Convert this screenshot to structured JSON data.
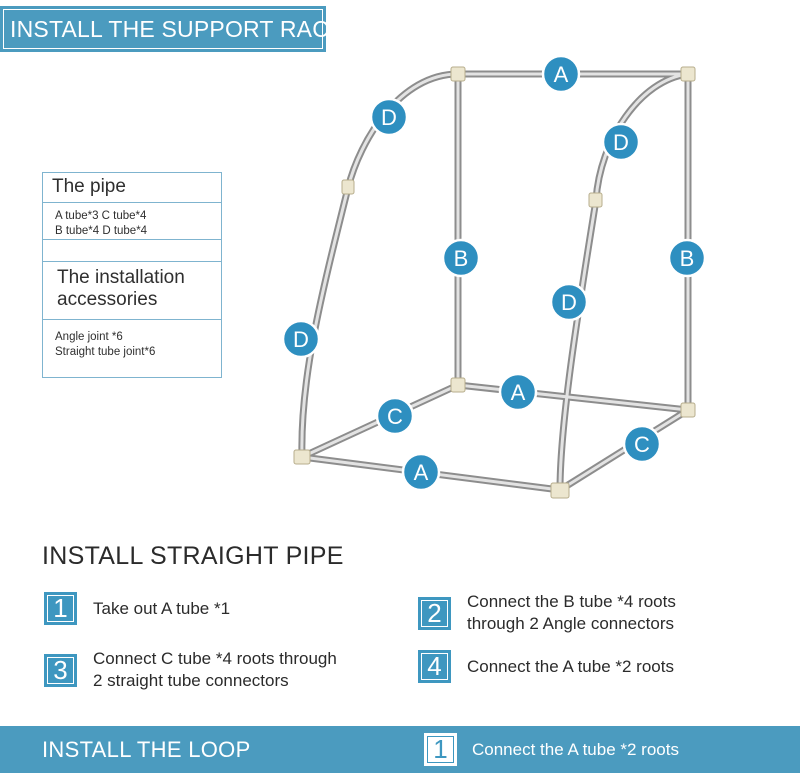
{
  "header": {
    "title": "INSTALL THE SUPPORT RACK"
  },
  "parts_box": {
    "pipe_title": "The pipe",
    "pipe_line1": "A tube*3 C tube*4",
    "pipe_line2": "B tube*4 D tube*4",
    "accessories_title_line1": "The installation",
    "accessories_title_line2": "accessories",
    "acc_line1": "Angle joint *6",
    "acc_line2": "Straight tube joint*6"
  },
  "diagram_labels": {
    "top_a": "A",
    "left_upper_d": "D",
    "right_upper_d": "D",
    "left_b": "B",
    "right_b": "B",
    "left_lower_d": "D",
    "right_lower_d": "D",
    "back_a": "A",
    "left_c": "C",
    "right_c": "C",
    "front_a": "A"
  },
  "straight_pipe": {
    "heading": "INSTALL STRAIGHT PIPE",
    "steps": [
      {
        "num": "1",
        "text": "Take out A tube *1"
      },
      {
        "num": "2",
        "text": "Connect the B tube *4 roots\nthrough 2 Angle connectors"
      },
      {
        "num": "3",
        "text": "Connect C tube *4 roots through\n2 straight tube connectors"
      },
      {
        "num": "4",
        "text": "Connect the A tube *2 roots"
      }
    ]
  },
  "loop": {
    "heading": "INSTALL THE LOOP",
    "step_num": "1",
    "step_text": "Connect the A tube *2 roots"
  },
  "colors": {
    "accent": "#4b9bbf",
    "badge": "#3e97c0",
    "tube": "#9a9a9a",
    "joint": "#ece6cf"
  }
}
